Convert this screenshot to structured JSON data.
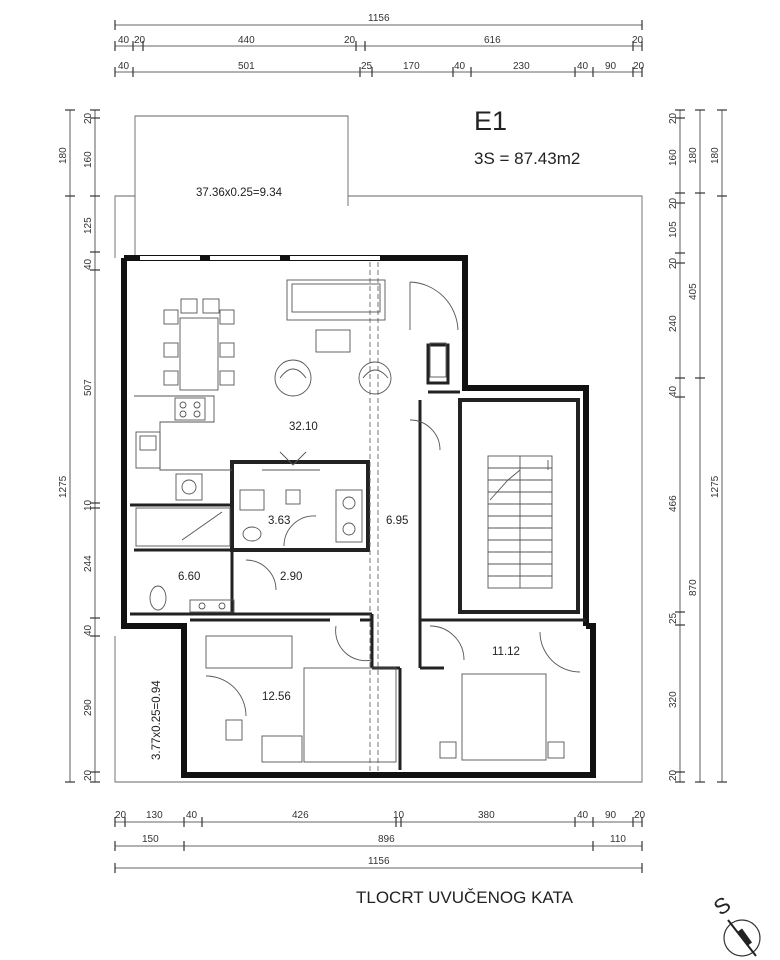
{
  "plan": {
    "unit_code": "E1",
    "area_summary": "3S = 87.43m2",
    "caption": "TLOCRT UVUČENOG KATA",
    "compass_letter": "S"
  },
  "dims": {
    "top": {
      "total": "1156",
      "row2": [
        "40",
        "20",
        "440",
        "20",
        "616",
        "20"
      ],
      "row3": [
        "40",
        "501",
        "25",
        "170",
        "40",
        "230",
        "40",
        "90",
        "20"
      ]
    },
    "bottom": {
      "row1": [
        "20",
        "130",
        "40",
        "426",
        "10",
        "380",
        "40",
        "90",
        "20"
      ],
      "row2": [
        "150",
        "896",
        "110"
      ],
      "total": "1156"
    },
    "left": {
      "outer": [
        "180",
        "1275"
      ],
      "inner": [
        "20",
        "160",
        "125",
        "40",
        "507",
        "10",
        "244",
        "40",
        "290",
        "20"
      ]
    },
    "right": {
      "inner": [
        "20",
        "160",
        "20",
        "105",
        "20",
        "240",
        "40",
        "466",
        "25",
        "320",
        "20"
      ],
      "mid": [
        "180",
        "405",
        "870"
      ],
      "outer": [
        "180",
        "1275"
      ]
    }
  },
  "rooms": {
    "living": "32.10",
    "bath": "3.63",
    "hall": "6.95",
    "bath2": "6.60",
    "corridor": "2.90",
    "bedroom_right": "11.12",
    "bedroom_left": "12.56"
  },
  "terraces": {
    "top": "37.36x0.25=9.34",
    "left": "3.77x0.25=0.94"
  }
}
